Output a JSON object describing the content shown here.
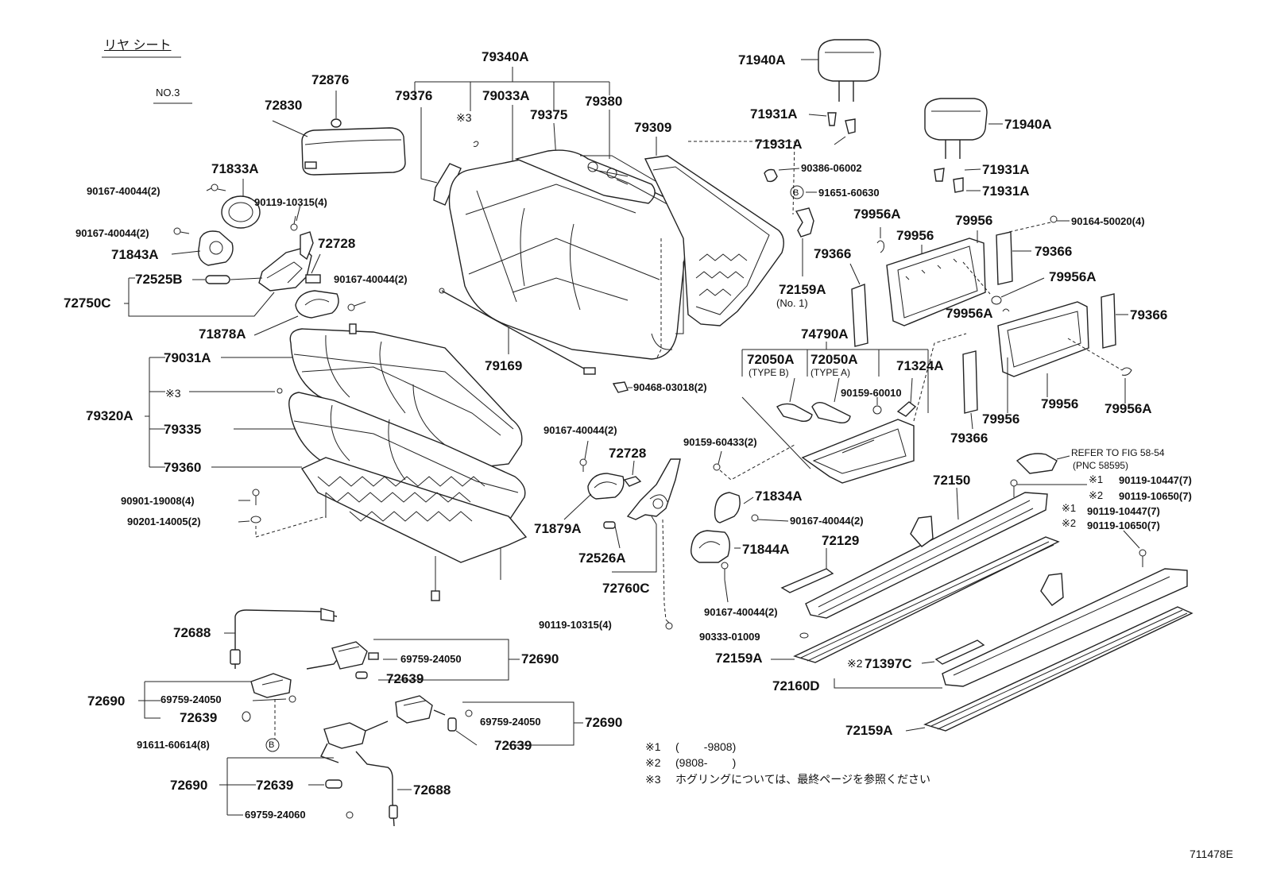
{
  "header": {
    "title": "リヤ シート",
    "variant": "NO.3"
  },
  "labels": {
    "p72876": "72876",
    "p72830": "72830",
    "p71833A": "71833A",
    "p90167_40044_a": "90167-40044(2)",
    "p90119_10315_a": "90119-10315(4)",
    "p90167_40044_b": "90167-40044(2)",
    "p71843A": "71843A",
    "p72728_a": "72728",
    "p72525B": "72525B",
    "p72750C": "72750C",
    "p90167_40044_c": "90167-40044(2)",
    "p71878A": "71878A",
    "p79340A": "79340A",
    "p79376": "79376",
    "p79033A": "79033A",
    "p79380": "79380",
    "p79375": "79375",
    "p79309": "79309",
    "p_note3_a": "※3",
    "p79169": "79169",
    "p90468_03018": "90468-03018(2)",
    "p79031A": "79031A",
    "p_note3_b": "※3",
    "p79320A": "79320A",
    "p79335": "79335",
    "p79360": "79360",
    "p90901_19008": "90901-19008(4)",
    "p90201_14005": "90201-14005(2)",
    "p71940A_a": "71940A",
    "p71931A_a": "71931A",
    "p71931A_b": "71931A",
    "p71940A_b": "71940A",
    "p71931A_c": "71931A",
    "p71931A_d": "71931A",
    "p90386_06002": "90386-06002",
    "p_b_ref_a": "B",
    "p91651_60630": "91651-60630",
    "p79956A_a": "79956A",
    "p79956_a": "79956",
    "p79956_b": "79956",
    "p90164_50020": "90164-50020(4)",
    "p79366_a": "79366",
    "p79366_b": "79366",
    "p79956A_b": "79956A",
    "p72159A_a": "72159A",
    "p_no1": "(No. 1)",
    "p79956A_c": "79956A",
    "p79366_c": "79366",
    "p74790A": "74790A",
    "p72050A_a": "72050A",
    "p72050A_b": "72050A",
    "p71324A": "71324A",
    "p_typeB": "(TYPE B)",
    "p_typeA": "(TYPE A)",
    "p90159_60010": "90159-60010",
    "p79366_d": "79366",
    "p79956_c": "79956",
    "p79956_d": "79956",
    "p79956A_d": "79956A",
    "p90167_40044_d": "90167-40044(2)",
    "p72728_b": "72728",
    "p90159_60433": "90159-60433(2)",
    "p71879A": "71879A",
    "p72526A": "72526A",
    "p72760C": "72760C",
    "p71834A": "71834A",
    "p90167_40044_e": "90167-40044(2)",
    "p71844A": "71844A",
    "p90167_40044_f": "90167-40044(2)",
    "p90119_10315_b": "90119-10315(4)",
    "p90333_01009": "90333-01009",
    "p_refer1": "REFER TO FIG 58-54",
    "p_refer2": "(PNC 58595)",
    "p72150": "72150",
    "p_s1_a": "※1",
    "p90119_10447_a": "90119-10447(7)",
    "p_s2_a": "※2",
    "p90119_10650_a": "90119-10650(7)",
    "p_s1_b": "※1",
    "p90119_10447_b": "90119-10447(7)",
    "p_s2_b": "※2",
    "p90119_10650_b": "90119-10650(7)",
    "p72129": "72129",
    "p72159A_b": "72159A",
    "p_s2_c": "※2",
    "p71397C": "71397C",
    "p72160D": "72160D",
    "p72159A_c": "72159A",
    "p72688_a": "72688",
    "p69759_24050_a": "69759-24050",
    "p72690_a": "72690",
    "p72639_a": "72639",
    "p72690_b": "72690",
    "p69759_24050_b": "69759-24050",
    "p72639_b": "72639",
    "p91611_60614": "91611-60614(8)",
    "p_b_ref_b": "B",
    "p69759_24050_c": "69759-24050",
    "p72690_c": "72690",
    "p72639_c": "72639",
    "p72690_d": "72690",
    "p72639_d": "72639",
    "p72688_b": "72688",
    "p69759_24060": "69759-24060"
  },
  "footnotes": {
    "n1_mark": "※1",
    "n1_text": "(        -9808)",
    "n2_mark": "※2",
    "n2_text": "(9808-        )",
    "n3_mark": "※3",
    "n3_text": "ホグリングについては、最終ページを参照ください"
  },
  "figure_id": "711478E"
}
